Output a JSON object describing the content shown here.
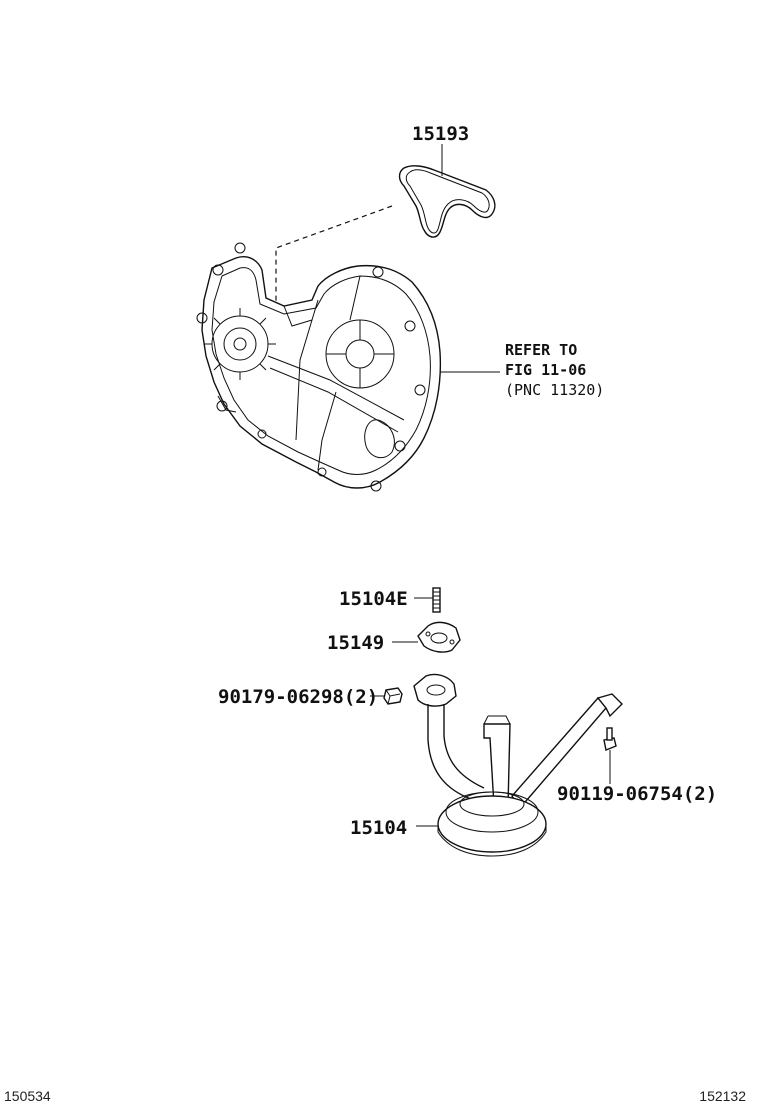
{
  "parts": {
    "gasket": "15193",
    "stud": "15104E",
    "strainer_gasket": "15149",
    "nut": "90179-06298(2)",
    "bolt": "90119-06754(2)",
    "strainer": "15104"
  },
  "reference": {
    "line1": "REFER TO",
    "line2": "FIG 11-06",
    "line3": "(PNC 11320)"
  },
  "footer": {
    "left_code": "150534",
    "right_code": "152132"
  }
}
